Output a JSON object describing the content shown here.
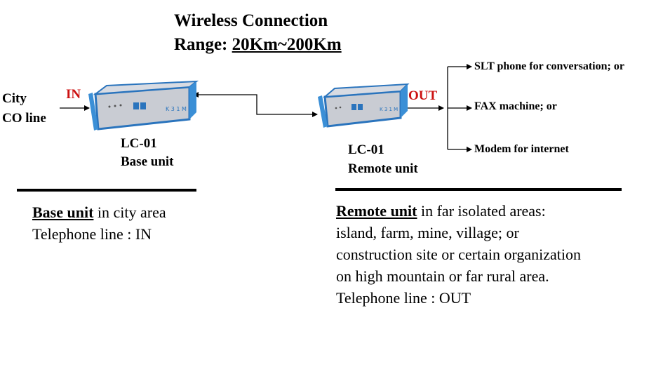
{
  "title": {
    "line1": "Wireless Connection",
    "range_label": "Range: ",
    "range_value": "20Km~200Km"
  },
  "base": {
    "source_line1": "City",
    "source_line2": "CO line",
    "in_label": "IN",
    "model": "LC-01",
    "unit_name": "Base unit",
    "desc_bold": "Base unit",
    "desc_rest": " in city area",
    "desc_line2": "Telephone line : IN"
  },
  "remote": {
    "out_label": "OUT",
    "model": "LC-01",
    "unit_name": "Remote unit",
    "desc_bold": "Remote unit",
    "desc_rest": " in far isolated areas:",
    "desc_line2": "island, farm, mine, village; or",
    "desc_line3": "construction site or certain organization",
    "desc_line4": "on high mountain or far rural area.",
    "desc_line5": "Telephone line : OUT"
  },
  "outputs": [
    "SLT phone for conversation; or",
    "FAX machine; or",
    "Modem for internet"
  ],
  "device_badge": "K 3 1 M",
  "colors": {
    "device_blue": "#3b8fd6",
    "device_gray": "#c9ccd3",
    "accent_red": "#cc1111"
  }
}
